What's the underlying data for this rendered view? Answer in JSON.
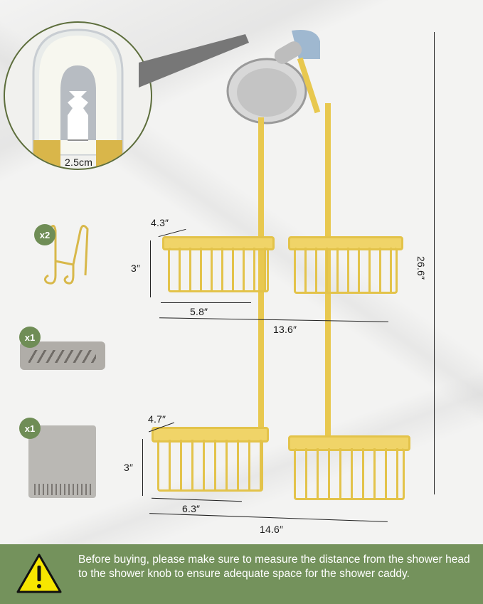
{
  "detail_callout": {
    "label": "2.5cm",
    "description": "shower arm clamp close-up"
  },
  "accessories": [
    {
      "name": "hooks",
      "count": "x2"
    },
    {
      "name": "soap-dish",
      "count": "x1"
    },
    {
      "name": "storage-cup",
      "count": "x1"
    }
  ],
  "dimensions": {
    "top_basket_depth": "4.3″",
    "top_basket_height": "3″",
    "top_basket_width": "5.8″",
    "top_total_width": "13.6″",
    "bottom_basket_depth": "4.7″",
    "bottom_basket_height": "3″",
    "bottom_basket_width": "6.3″",
    "bottom_total_width": "14.6″",
    "total_height": "26.6″"
  },
  "notice": {
    "icon": "warning-icon",
    "text": "Before buying, please make sure to measure the distance from the shower head to the shower knob to ensure adequate space for the shower caddy."
  },
  "colors": {
    "banner": "#74925c",
    "badge": "#6f8d56",
    "gold": "#e3c34a",
    "warning_yellow": "#f7e600"
  }
}
